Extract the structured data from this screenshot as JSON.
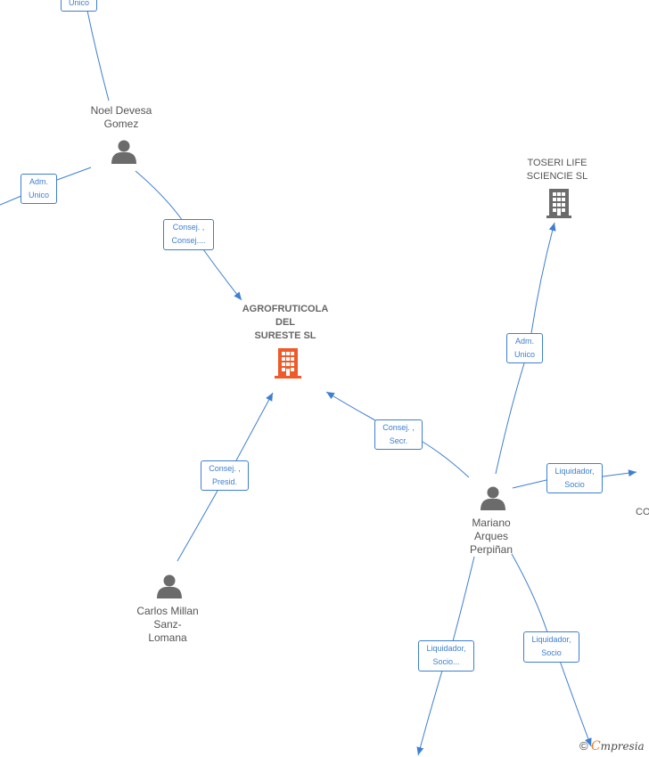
{
  "nodes": {
    "noel": {
      "line1": "Noel Devesa",
      "line2": "Gomez",
      "icon": "person-icon"
    },
    "agro": {
      "line1": "AGROFRUTICOLA",
      "line2": "DEL",
      "line3": "SURESTE  SL",
      "icon": "building-icon",
      "color": "#f05a28"
    },
    "toseri": {
      "line1": "TOSERI LIFE",
      "line2": "SCIENCIE  SL",
      "icon": "building-icon",
      "color": "#6b6b6b"
    },
    "mariano": {
      "line1": "Mariano",
      "line2": "Arques",
      "line3": "Perpiñan",
      "icon": "person-icon"
    },
    "carlos": {
      "line1": "Carlos Millan",
      "line2": "Sanz-",
      "line3": "Lomana",
      "icon": "person-icon"
    },
    "partial_right": {
      "text": "CO"
    }
  },
  "edges": {
    "top_unico": {
      "line1": "Unico"
    },
    "adm_left": {
      "line1": "Adm.",
      "line2": "Unico"
    },
    "consej_noel": {
      "line1": "Consej. ,",
      "line2": "Consej...."
    },
    "adm_toseri": {
      "line1": "Adm.",
      "line2": "Unico"
    },
    "consej_mariano": {
      "line1": "Consej. ,",
      "line2": "Secr."
    },
    "consej_carlos": {
      "line1": "Consej. ,",
      "line2": "Presid."
    },
    "liq_right": {
      "line1": "Liquidador,",
      "line2": "Socio"
    },
    "liq_bottom_left": {
      "line1": "Liquidador,",
      "line2": "Socio..."
    },
    "liq_bottom_right": {
      "line1": "Liquidador,",
      "line2": "Socio"
    }
  },
  "brand": {
    "copyright": "©",
    "e": "C",
    "rest": "mpresia"
  },
  "colors": {
    "edge": "#3d7fd0",
    "person": "#6b6b6b",
    "focus_company": "#f05a28"
  }
}
